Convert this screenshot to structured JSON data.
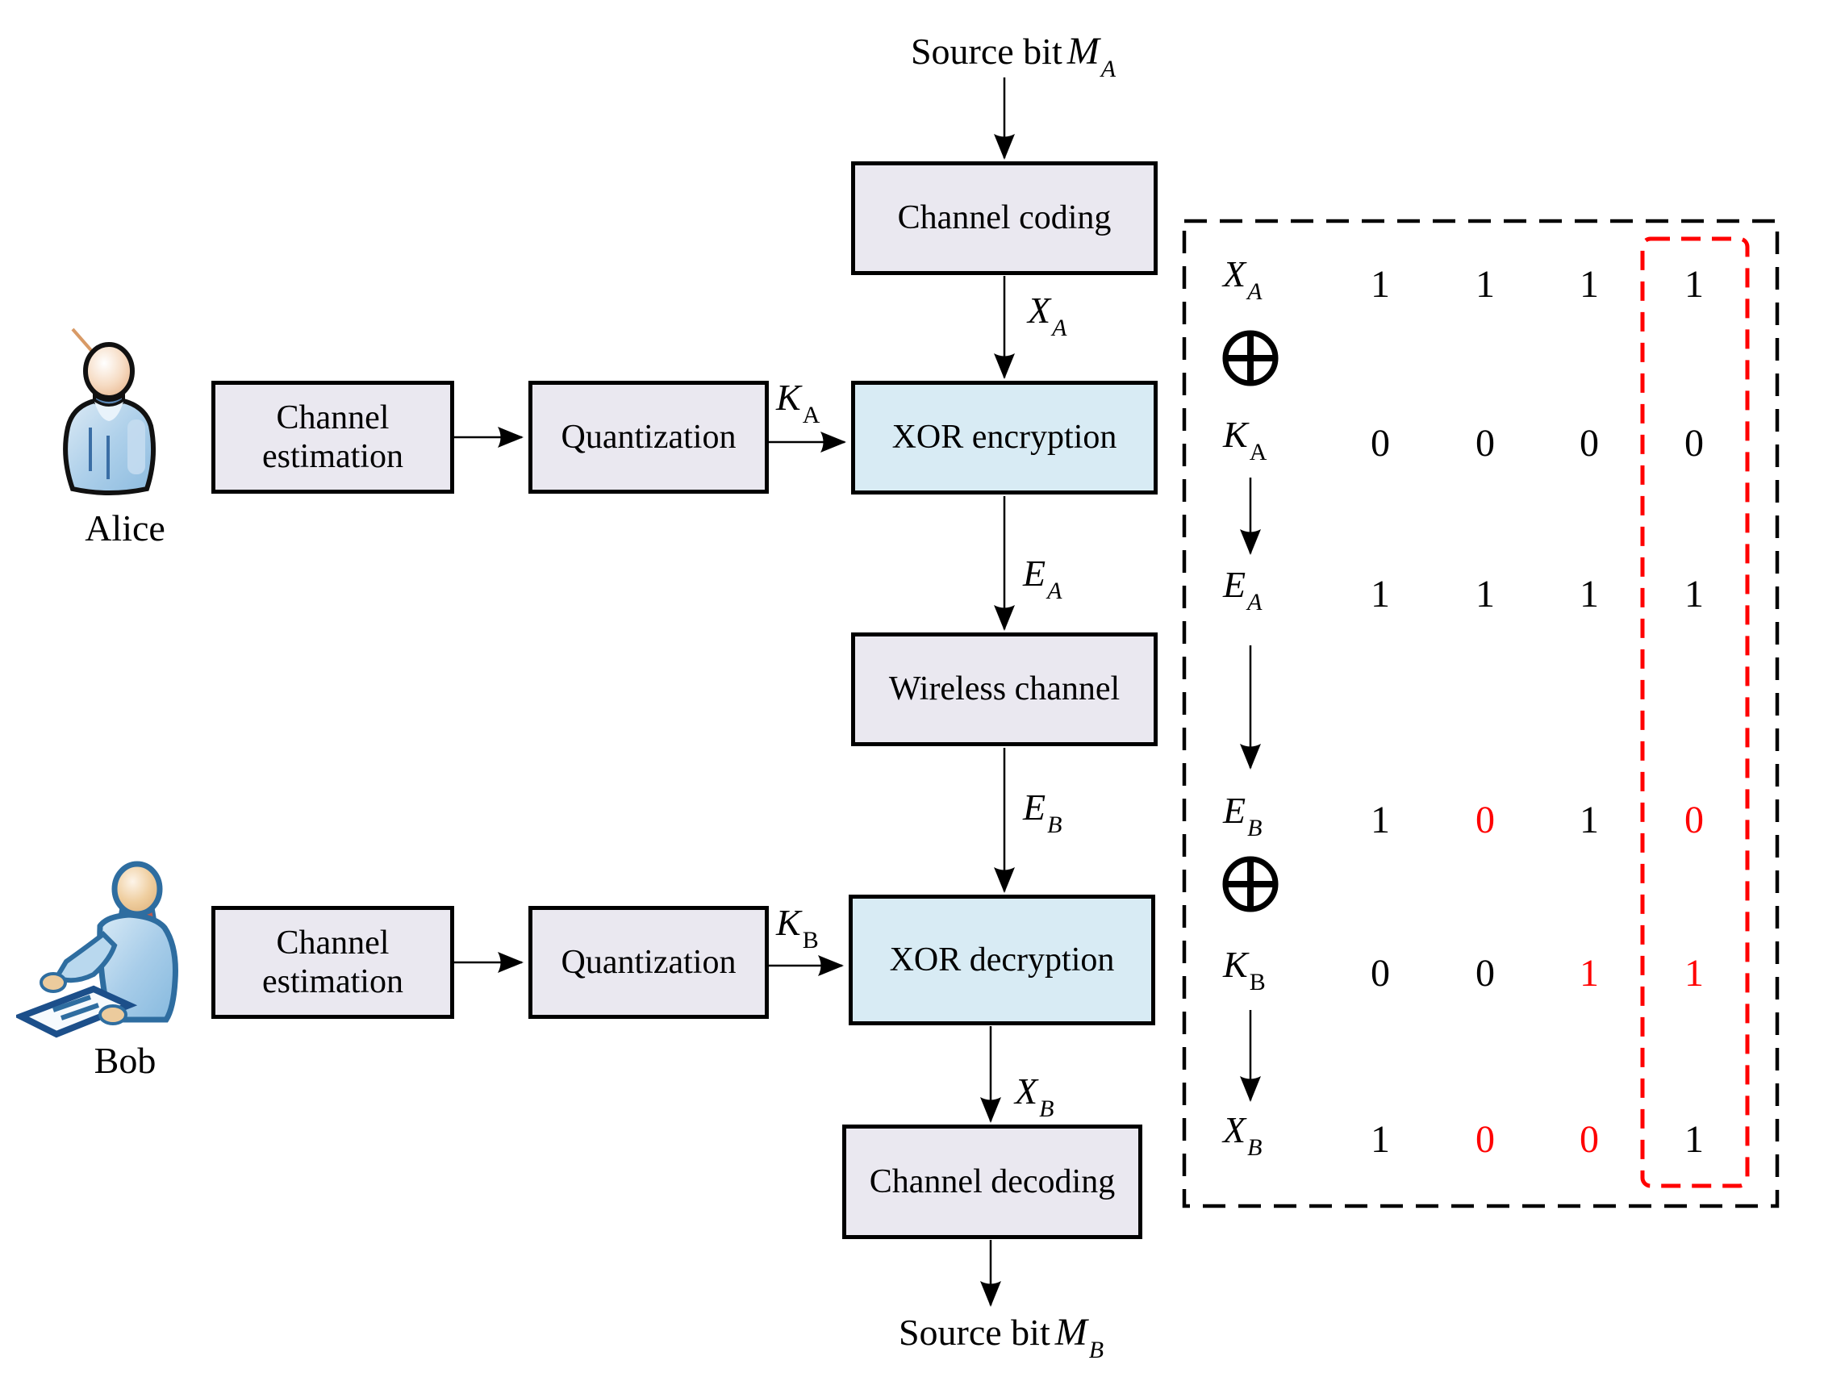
{
  "top_label": {
    "text": "Source bit",
    "var": "M",
    "sub": "A"
  },
  "bottom_label": {
    "text": "Source bit",
    "var": "M",
    "sub": "B"
  },
  "chain": {
    "channel_coding": "Channel coding",
    "xor_encryption": "XOR encryption",
    "wireless_channel": "Wireless channel",
    "xor_decryption": "XOR decryption",
    "channel_decoding": "Channel decoding",
    "xa": {
      "var": "X",
      "sub": "A"
    },
    "ea": {
      "var": "E",
      "sub": "A"
    },
    "eb": {
      "var": "E",
      "sub": "B"
    },
    "xb": {
      "var": "X",
      "sub": "B"
    }
  },
  "alice": {
    "name": "Alice",
    "estimation_line1": "Channel",
    "estimation_line2": "estimation",
    "quantization": "Quantization",
    "key": {
      "var": "K",
      "sub": "A"
    }
  },
  "bob": {
    "name": "Bob",
    "estimation_line1": "Channel",
    "estimation_line2": "estimation",
    "quantization": "Quantization",
    "key": {
      "var": "K",
      "sub": "B"
    }
  },
  "table": {
    "rows": [
      {
        "label": {
          "var": "X",
          "sub": "A"
        },
        "bits": [
          "1",
          "1",
          "1",
          "1"
        ],
        "classes": [
          "blk",
          "blk",
          "blk",
          "blk"
        ]
      },
      {
        "label": {
          "var": "K",
          "sub": "A"
        },
        "bits": [
          "0",
          "0",
          "0",
          "0"
        ],
        "classes": [
          "blk",
          "blk",
          "blk",
          "blk"
        ]
      },
      {
        "label": {
          "var": "E",
          "sub": "A"
        },
        "bits": [
          "1",
          "1",
          "1",
          "1"
        ],
        "classes": [
          "blk",
          "blk",
          "blk",
          "blk"
        ]
      },
      {
        "label": {
          "var": "E",
          "sub": "B"
        },
        "bits": [
          "1",
          "0",
          "1",
          "0"
        ],
        "classes": [
          "blk",
          "red",
          "blk",
          "red"
        ]
      },
      {
        "label": {
          "var": "K",
          "sub": "B"
        },
        "bits": [
          "0",
          "0",
          "1",
          "1"
        ],
        "classes": [
          "blk",
          "blk",
          "red",
          "red"
        ]
      },
      {
        "label": {
          "var": "X",
          "sub": "B"
        },
        "bits": [
          "1",
          "0",
          "0",
          "1"
        ],
        "classes": [
          "blk",
          "red",
          "red",
          "blk"
        ]
      }
    ]
  },
  "colors": {
    "box_gray": "#EAE8F0",
    "box_blue": "#D8EBF4",
    "highlight_red": "#FF0000",
    "outline_black": "#000000"
  }
}
